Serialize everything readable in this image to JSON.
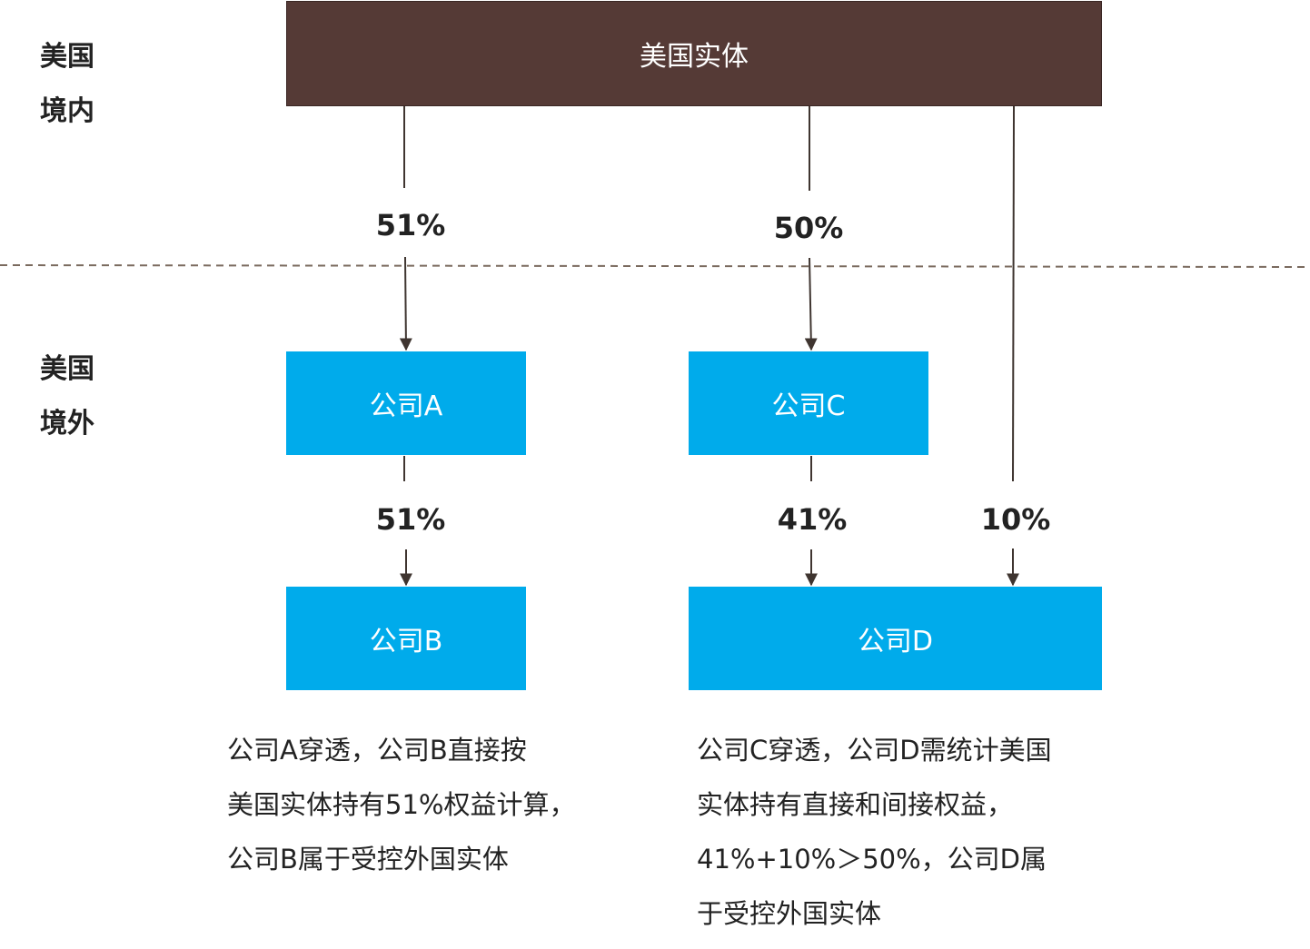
{
  "regions": {
    "domestic": [
      "美国",
      "境内"
    ],
    "overseas": [
      "美国",
      "境外"
    ]
  },
  "entities": {
    "us": "美国实体",
    "a": "公司A",
    "b": "公司B",
    "c": "公司C",
    "d": "公司D"
  },
  "ownership": {
    "us_to_a": "51%",
    "us_to_c": "50%",
    "a_to_b": "51%",
    "c_to_d": "41%",
    "us_to_d": "10%"
  },
  "notes": {
    "left": [
      "公司A穿透，公司B直接按",
      "美国实体持有51%权益计算，",
      "公司B属于受控外国实体"
    ],
    "right": [
      "公司C穿透，公司D需统计美国",
      "实体持有直接和间接权益，",
      "41%+10%＞50%，公司D属",
      "于受控外国实体"
    ]
  },
  "colors": {
    "us_entity": "#553a36",
    "company": "#00abeb",
    "line": "#3f3530",
    "border_dash": "#7a6a5e"
  }
}
